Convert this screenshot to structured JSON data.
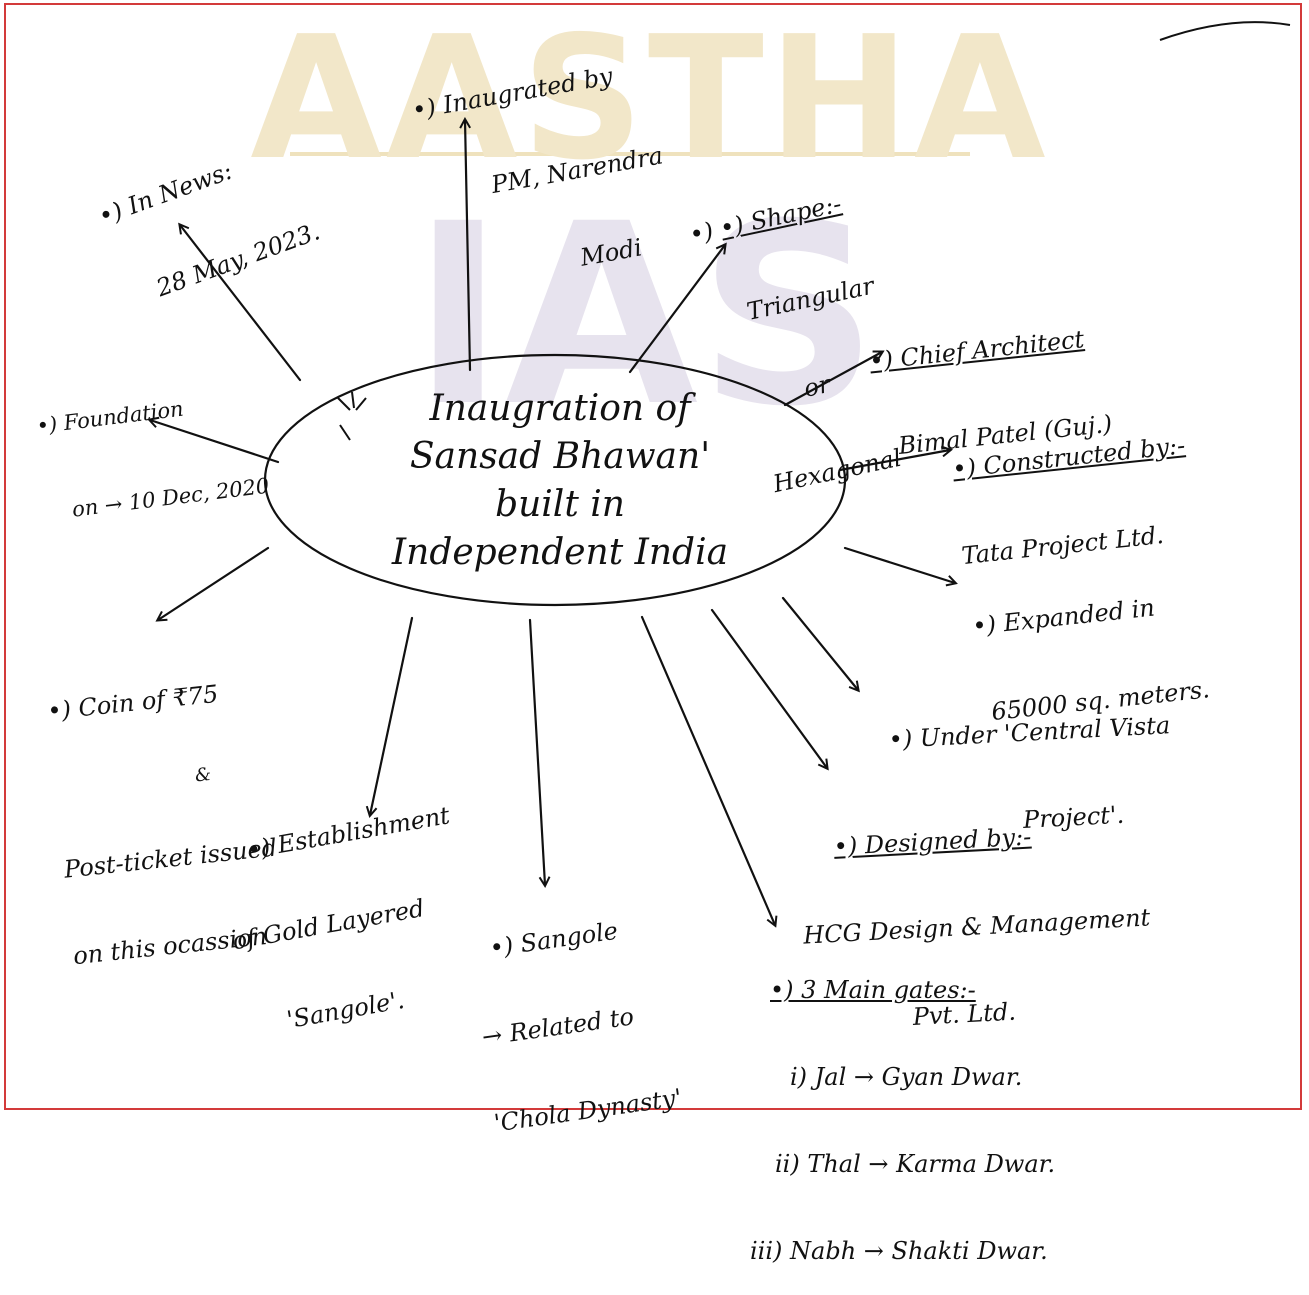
{
  "watermark": {
    "brand_top": "AASTHA",
    "brand_bottom": "IAS"
  },
  "center": {
    "line1": "Inaugration of",
    "line2": "Sansad Bhawan'",
    "line3": "built in",
    "line4": "Independent India"
  },
  "nodes": {
    "in_news": {
      "l1": "•) In News:",
      "l2": "28 May, 2023."
    },
    "inaugurated": {
      "l1": "•) Inaugrated by",
      "l2": "PM, Narendra",
      "l3": "Modi"
    },
    "shape": {
      "l1": "•) Shape:-",
      "l2": "Triangular",
      "l3": "or",
      "l4": "Hexagonal"
    },
    "chief_architect": {
      "l1": "•) Chief Architect",
      "l2": "Bimal Patel (Guj.)"
    },
    "constructed": {
      "l1": "•) Constructed by:-",
      "l2": "Tata Project Ltd."
    },
    "expanded": {
      "l1": "•) Expanded in",
      "l2": "65000 sq. meters."
    },
    "central_vista": {
      "l1": "•) Under 'Central Vista",
      "l2": "Project'."
    },
    "designed": {
      "l1": "•) Designed by:-",
      "l2": "HCG Design & Management",
      "l3": "Pvt. Ltd."
    },
    "gates": {
      "l1": "•) 3 Main gates:-",
      "l2": "i) Jal → Gyan Dwar.",
      "l3": "ii) Thal → Karma Dwar.",
      "l4": "iii) Nabh → Shakti Dwar."
    },
    "sangole_chola": {
      "l1": "•) Sangole",
      "l2": "→ Related to",
      "l3": "'Chola Dynasty'"
    },
    "sangole_gold": {
      "l1": "•) Establishment",
      "l2": "of Gold Layered",
      "l3": "'Sangole'."
    },
    "coin": {
      "l1": "•) Coin of ₹75",
      "l2": "&",
      "l3": "Post-ticket issued",
      "l4": "on this ocassion"
    },
    "foundation": {
      "l1": "•) Foundation",
      "l2": "on → 10 Dec, 2020"
    }
  }
}
